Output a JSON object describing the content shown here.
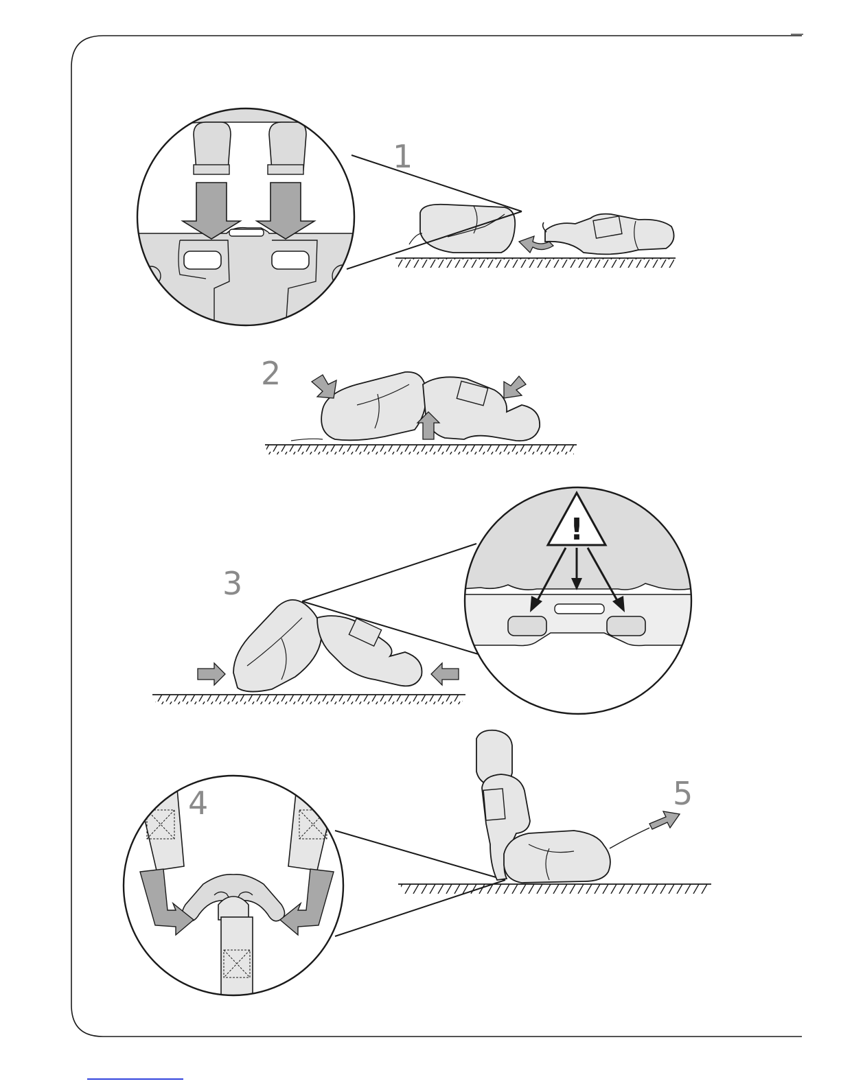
{
  "steps": [
    {
      "number": "1"
    },
    {
      "number": "2"
    },
    {
      "number": "3"
    },
    {
      "number": "4"
    },
    {
      "number": "5"
    }
  ],
  "warning": {
    "symbol": "!"
  },
  "colors": {
    "line": "#1a1a1a",
    "seat_fill": "#e6e6e6",
    "zoom_fill": "#dcdcdc",
    "arrow_fill": "#a8a8a8",
    "number": "#8a8a8a",
    "footer_link": "#3344dd"
  }
}
